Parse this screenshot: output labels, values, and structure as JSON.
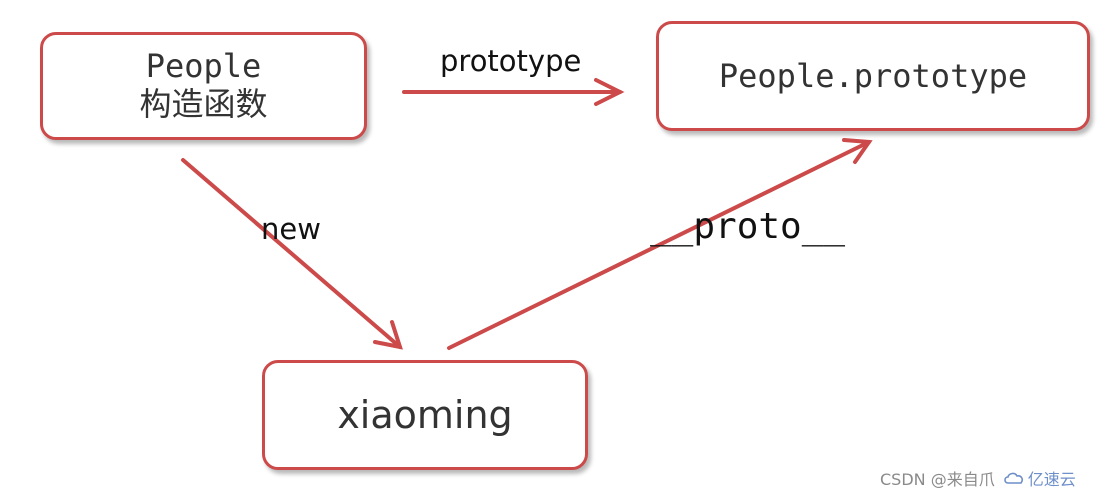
{
  "diagram": {
    "nodes": {
      "people": {
        "name": "People",
        "subtitle": "构造函数"
      },
      "people_prototype": {
        "label": "People.prototype"
      },
      "xiaoming": {
        "label": "xiaoming"
      }
    },
    "edges": {
      "prototype": {
        "label": "prototype",
        "from": "people",
        "to": "people_prototype"
      },
      "new": {
        "label": "new",
        "from": "people",
        "to": "xiaoming"
      },
      "dunder_proto": {
        "label": "__proto__",
        "from": "xiaoming",
        "to": "people_prototype"
      }
    },
    "colors": {
      "border": "#cc4a4a",
      "arrow": "#cc4a4a",
      "text": "#333333"
    }
  },
  "watermark": {
    "csdn": "CSDN @来自爪",
    "yisu": "亿速云",
    "logo_icon": "cloud-logo-icon"
  }
}
